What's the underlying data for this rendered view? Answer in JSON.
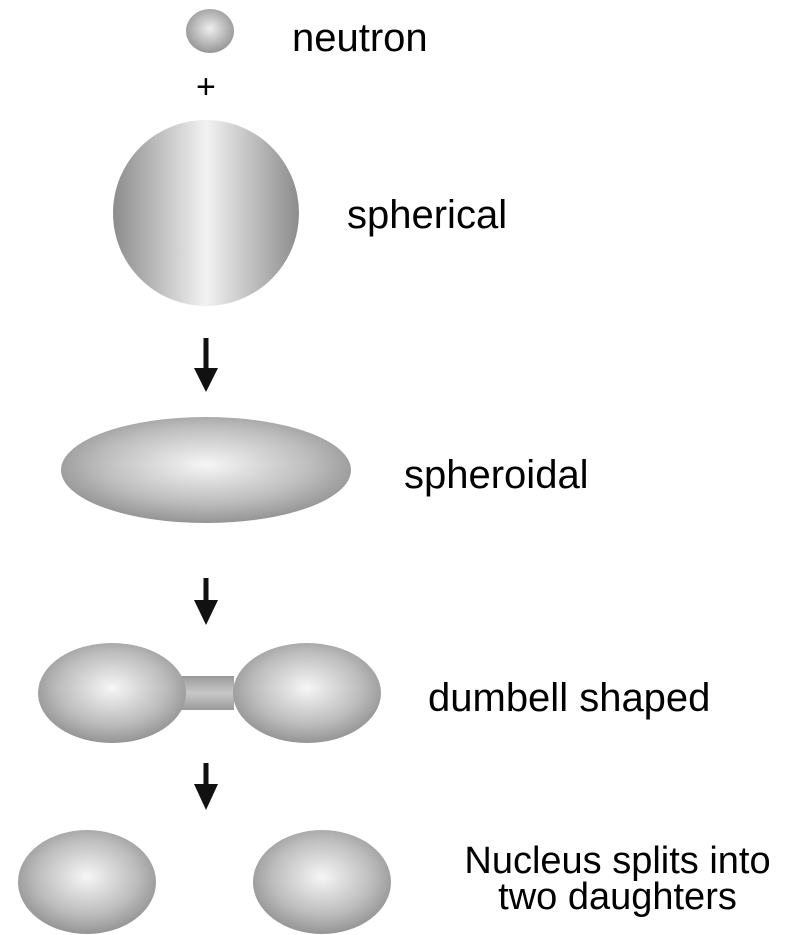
{
  "stages": {
    "neutron_label": "neutron",
    "plus_sign": "+",
    "spherical_label": "spherical",
    "spheroidal_label": "spheroidal",
    "dumbell_label": "dumbell shaped",
    "split_label_line1": "Nucleus splits into",
    "split_label_line2": "two daughters"
  },
  "colors": {
    "shape_dark": "#8a8a8a",
    "shape_light": "#f4f4f4",
    "arrow": "#111111",
    "text": "#000000"
  },
  "icons": {
    "transition_arrow": "down-arrow-icon"
  }
}
